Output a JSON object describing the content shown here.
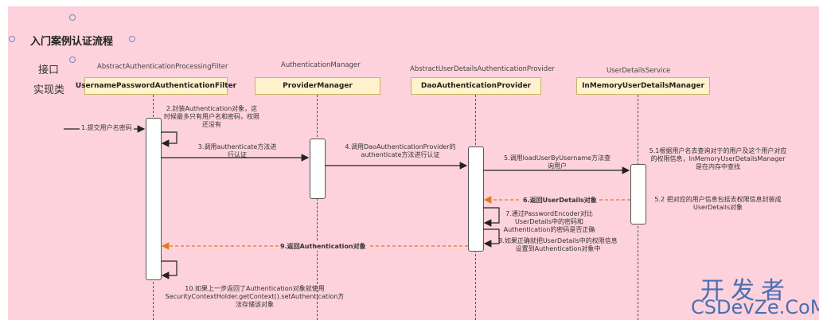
{
  "title": "入门案例认证流程",
  "row_labels": {
    "interface": "接口",
    "impl": "实现类"
  },
  "participants": [
    {
      "interface": "AbstractAuthenticationProcessingFilter",
      "impl": "UsernamePasswordAuthenticationFilter"
    },
    {
      "interface": "AuthenticationManager",
      "impl": "ProviderManager"
    },
    {
      "interface": "AbstractUserDetailsAuthenticationProvider",
      "impl": "DaoAuthenticationProvider"
    },
    {
      "interface": "UserDetailsService",
      "impl": "InMemoryUserDetailsManager"
    }
  ],
  "messages": {
    "m1": "1.提交用户名密码",
    "m2": "2.封装Authentication对象，这时候最多只有用户名和密码，权限还没有",
    "m3": "3.调用authenticate方法进行认证",
    "m4": "4.调用DaoAuthenticationProvider的authenticate方法进行认证",
    "m5": "5.调用loadUserByUsername方法查询用户",
    "m51": "5.1根据用户名去查询对于的用户及这个用户对应的权限信息，InMemoryUserDetailsManager是在内存中查找",
    "m52": "5.2 把对应的用户信息包括去权限信息封装成UserDetails对象",
    "m6": "6.返回UserDetails对象",
    "m7": "7.通过PasswordEncoder对比UserDetails中的密码和Authentication的密码是否正确",
    "m8": "8.如果正确就把UserDetails中的权限信息设置到Authentication对象中",
    "m9": "9.返回Authentication对象",
    "m10": "10.如果上一步返回了Authentication对象就使用SecurityContextHolder.getContext().setAuthentication方法存储该对象"
  },
  "watermark": {
    "line1": "开发者",
    "line2": "CSDevZe.CoM"
  },
  "colors": {
    "background": "#fdd2dc",
    "box_fill": "#fff2cc",
    "return_arrow": "#e07b1a"
  }
}
